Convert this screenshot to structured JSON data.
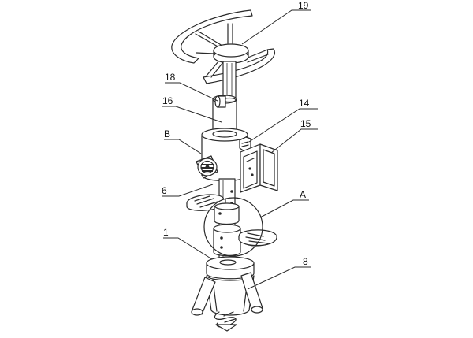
{
  "figure": {
    "labels": {
      "part_19": "19",
      "part_18": "18",
      "part_16": "16",
      "part_14": "14",
      "part_15": "15",
      "part_B": "B",
      "part_6": "6",
      "part_A": "A",
      "part_1": "1",
      "part_8": "8"
    }
  },
  "colors": {
    "line": "#2a2a2a",
    "background": "#ffffff"
  }
}
